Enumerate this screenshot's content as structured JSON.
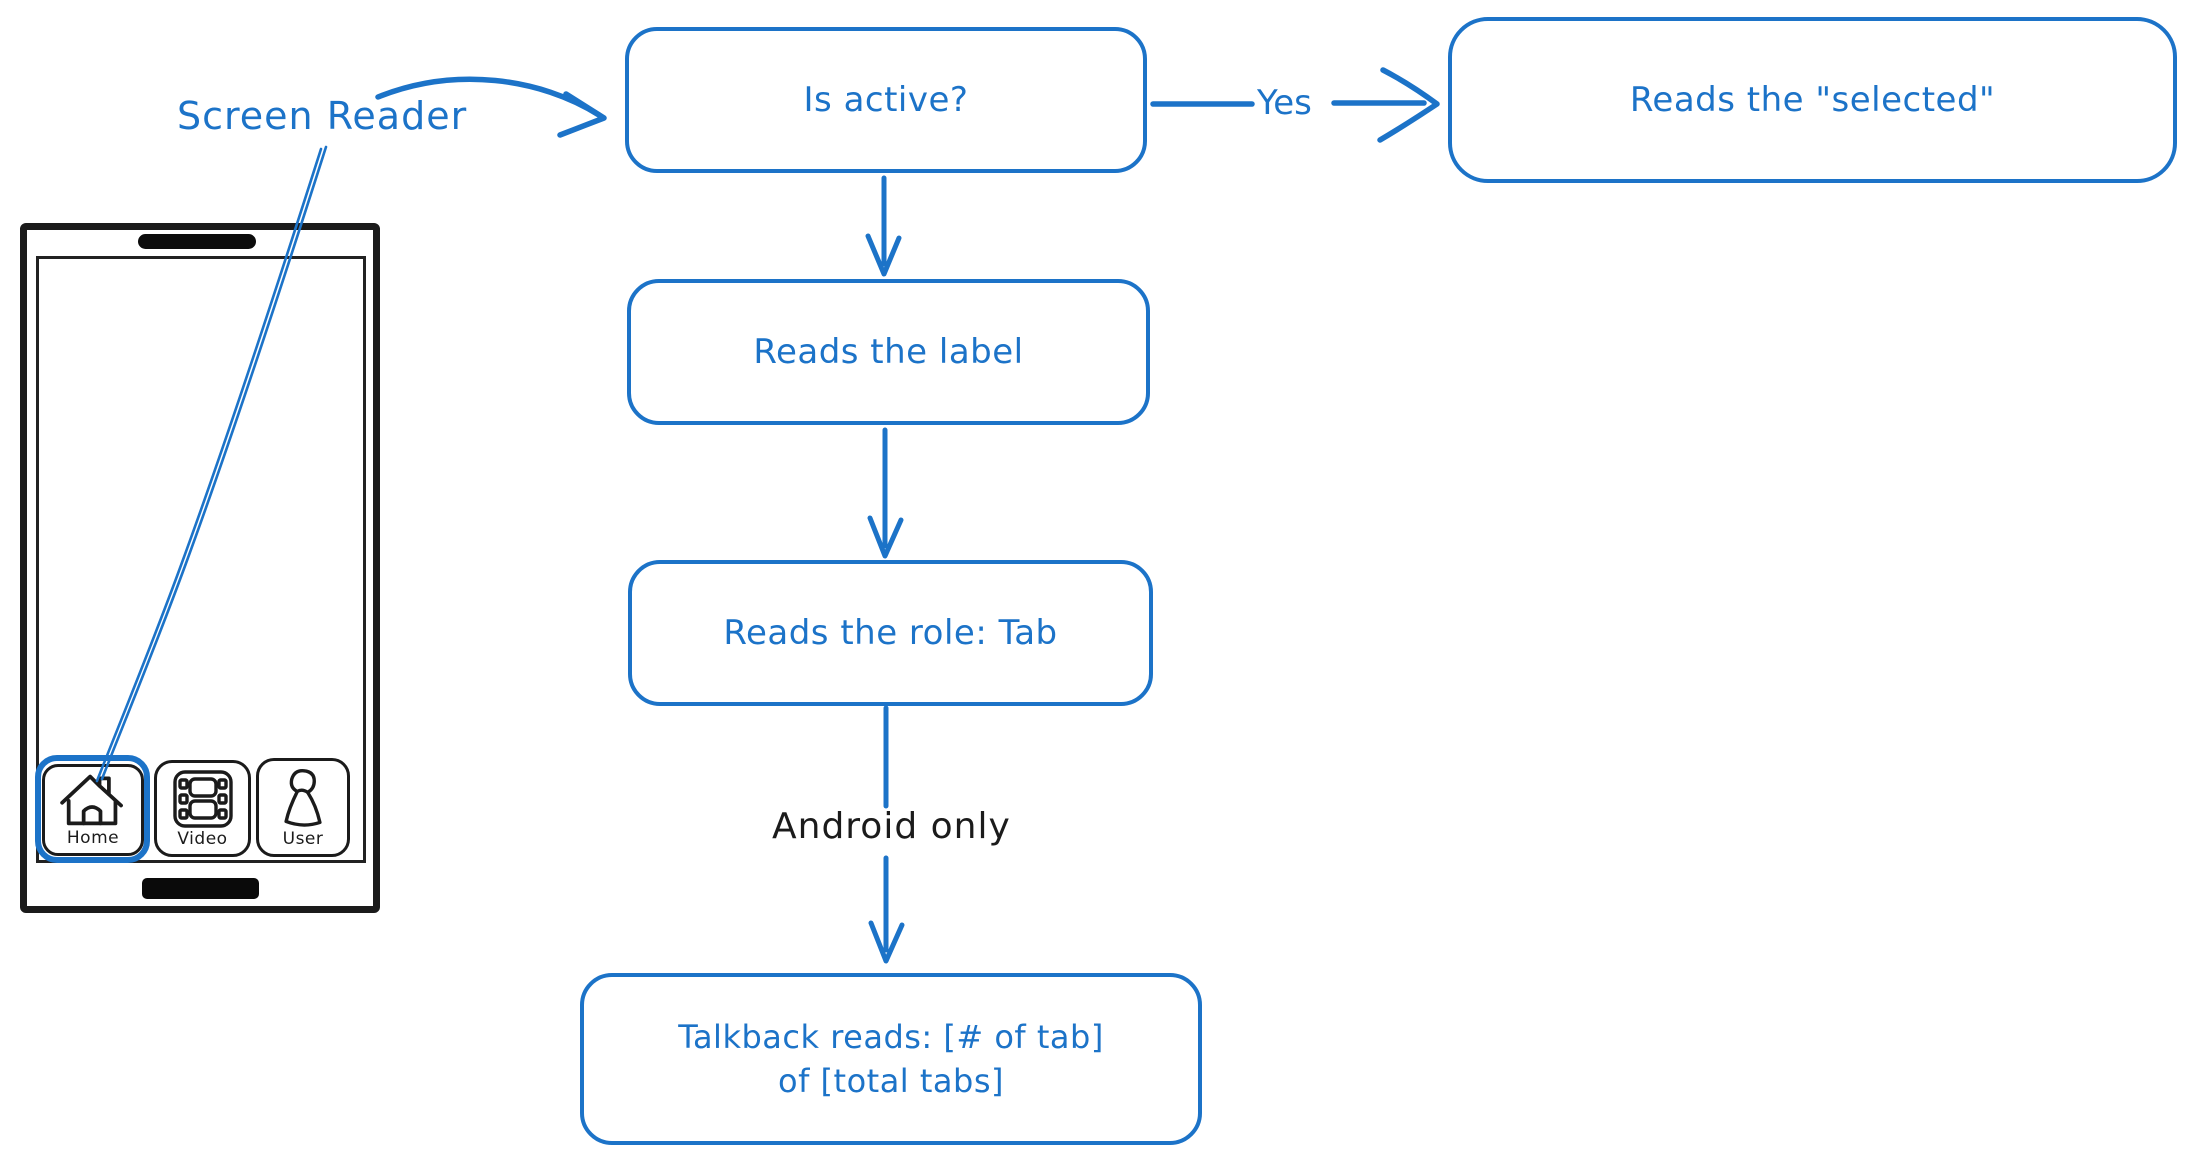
{
  "labels": {
    "screen_reader": "Screen Reader",
    "yes": "Yes",
    "android_only": "Android only"
  },
  "nodes": {
    "is_active": "Is active?",
    "reads_selected": "Reads the \"selected\"",
    "reads_label": "Reads the label",
    "reads_role": "Reads the role: Tab",
    "talkback": {
      "line1": "Talkback reads: [# of tab]",
      "line2": "of [total tabs]"
    }
  },
  "phone": {
    "tabs": [
      {
        "label": "Home",
        "icon": "home-icon",
        "active": true
      },
      {
        "label": "Video",
        "icon": "video-icon",
        "active": false
      },
      {
        "label": "User",
        "icon": "user-icon",
        "active": false
      }
    ]
  },
  "colors": {
    "accent": "#1c73c8",
    "ink": "#1b1b1b"
  }
}
